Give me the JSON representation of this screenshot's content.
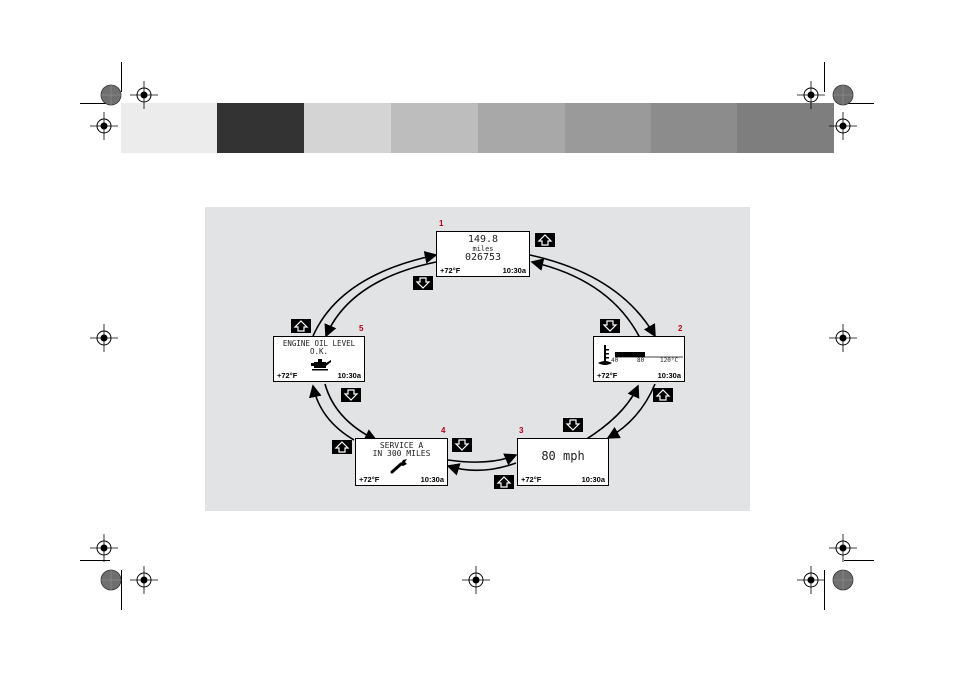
{
  "color_bar": [
    "#ececec",
    "#333333",
    "#d4d4d4",
    "#bdbdbd",
    "#a8a8a8",
    "#9a9a9a",
    "#8c8c8c",
    "#7e7e7e"
  ],
  "screens": {
    "s1": {
      "number": "1",
      "line1": "149.8",
      "line2": "miles",
      "line3": "026753",
      "temp": "+72°F",
      "time": "10:30a"
    },
    "s2": {
      "number": "2",
      "scale_left": "40",
      "scale_mid": "80",
      "scale_right": "120°C",
      "temp": "+72°F",
      "time": "10:30a"
    },
    "s3": {
      "number": "3",
      "speed": "80",
      "unit": "mph",
      "temp": "+72°F",
      "time": "10:30a"
    },
    "s4": {
      "number": "4",
      "line1": "SERVICE A",
      "line2": "IN 300 MILES",
      "temp": "+72°F",
      "time": "10:30a",
      "icon": "wrench-icon"
    },
    "s5": {
      "number": "5",
      "line1": "ENGINE OIL LEVEL",
      "line2": "O.K.",
      "temp": "+72°F",
      "time": "10:30a",
      "icon": "oil-can-icon"
    }
  },
  "buttons": {
    "up": "up-arrow-button",
    "down": "down-arrow-button"
  }
}
